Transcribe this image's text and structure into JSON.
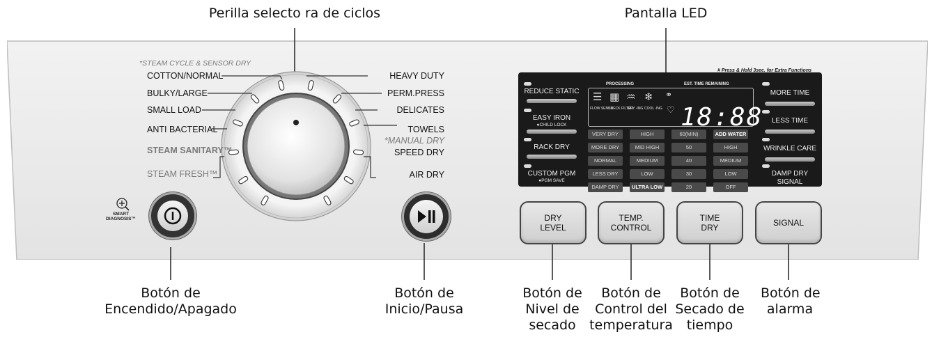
{
  "callouts": {
    "knob": "Perilla selecto ra de ciclos",
    "led": "Pantalla LED",
    "power": [
      "Botón de",
      "Encendido/Apagado"
    ],
    "start": [
      "Botón de",
      "Inicio/Pausa"
    ],
    "dry_level": [
      "Botón de",
      "Nivel de",
      "secado"
    ],
    "temp": [
      "Botón de",
      "Control del",
      "temperatura"
    ],
    "time": [
      "Botón de",
      "Secado de",
      "tiempo"
    ],
    "signal": [
      "Botón de",
      "alarma"
    ]
  },
  "dial": {
    "steam_note": "*STEAM CYCLE & SENSOR DRY",
    "manual_note": "*MANUAL DRY",
    "left": [
      "COTTON/NORMAL",
      "BULKY/LARGE",
      "SMALL LOAD",
      "ANTI BACTERIAL",
      "STEAM SANITARY™",
      "STEAM FRESH™"
    ],
    "right": [
      "HEAVY DUTY",
      "PERM.PRESS",
      "DELICATES",
      "TOWELS",
      "SPEED DRY",
      "AIR DRY"
    ]
  },
  "smart_diagnosis": [
    "SMART",
    "DIAGNOSIS™"
  ],
  "led_panel": {
    "press_hold": "# Press & Hold 3sec. for Extra Functions",
    "left_buttons": [
      {
        "label": "REDUCE STATIC",
        "sub": ""
      },
      {
        "label": "EASY IRON",
        "sub": "●CHILD LOCK"
      },
      {
        "label": "RACK DRY",
        "sub": ""
      },
      {
        "label": "CUSTOM PGM",
        "sub": "●PGM SAVE"
      }
    ],
    "right_buttons": [
      {
        "label": "MORE TIME"
      },
      {
        "label": "LESS TIME"
      },
      {
        "label": "WRINKLE CARE"
      },
      {
        "label": "DAMP DRY\nSIGNAL"
      }
    ],
    "processing": "PROCESSING",
    "est_time": "EST. TIME REMAINING",
    "stages": [
      "FLOW SENSE",
      "CHECK FILTER",
      "DRY -ING",
      "COOL -ING"
    ],
    "digits": "18:88",
    "columns": [
      [
        "VERY DRY",
        "MORE DRY",
        "NORMAL",
        "LESS DRY",
        "DAMP DRY"
      ],
      [
        "HIGH",
        "MID HIGH",
        "MEDIUM",
        "LOW",
        "ULTRA LOW"
      ],
      [
        "60(MIN)",
        "50",
        "40",
        "30",
        "20"
      ],
      [
        "ADD WATER",
        "HIGH",
        "MEDIUM",
        "LOW",
        "OFF"
      ]
    ]
  },
  "buttons": {
    "dry_level": "DRY\nLEVEL",
    "temp_control": "TEMP.\nCONTROL",
    "time_dry": "TIME\nDRY",
    "signal": "SIGNAL"
  },
  "colors": {
    "panel": "#ececec",
    "led_bg": "#1a1a1a"
  }
}
